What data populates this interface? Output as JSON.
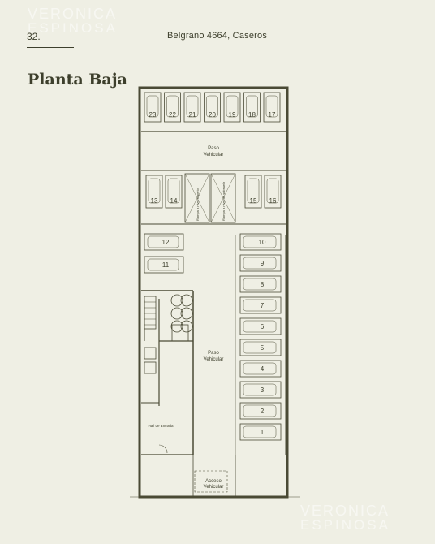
{
  "watermark": {
    "line1": "VERONICA",
    "line2": "ESPINOSA"
  },
  "header": {
    "page_number": "32.",
    "address": "Belgrano 4664, Caseros"
  },
  "title": "Planta Baja",
  "plan": {
    "top_row": [
      "23",
      "22",
      "21",
      "20",
      "19",
      "18",
      "17"
    ],
    "mid_left": [
      "13",
      "14"
    ],
    "mid_right": [
      "15",
      "16"
    ],
    "left_column": [
      "12",
      "11"
    ],
    "right_column": [
      "10",
      "9",
      "8",
      "7",
      "6",
      "5",
      "4",
      "3",
      "2",
      "1"
    ],
    "labels": {
      "upper_passage": [
        "Paso",
        "Vehicular"
      ],
      "lower_passage": [
        "Paso",
        "Vehicular"
      ],
      "access": [
        "Acceso",
        "Vehicular"
      ],
      "hall": "Hall de Entrada",
      "ramp_up": "Rampa a nivel superior",
      "ramp_down": "Rampa a nivel de subsuelo"
    }
  },
  "colors": {
    "background": "#efefe4",
    "ink": "#3d3f2c",
    "line": "#4a4a35"
  }
}
